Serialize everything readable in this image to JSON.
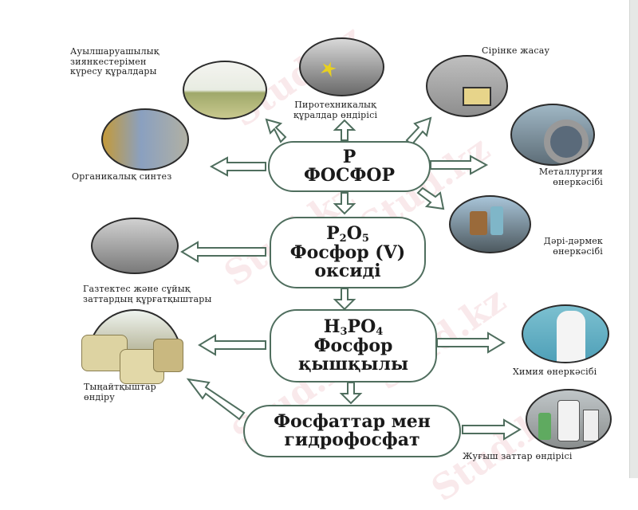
{
  "center_chain": [
    {
      "formula": "P",
      "name": "ФОСФОР"
    },
    {
      "formula": "P2O5",
      "formula_parts": [
        "P",
        "2",
        "O",
        "5"
      ],
      "name_line1": "Фосфор (V)",
      "name_line2": "оксиді"
    },
    {
      "formula": "H3PO4",
      "formula_parts": [
        "H",
        "3",
        "PO",
        "4"
      ],
      "name_line1": "Фосфор",
      "name_line2": "қышқылы"
    },
    {
      "name_line1": "Фосфаттар мен",
      "name_line2": "гидрофосфат"
    }
  ],
  "applications": {
    "agri_pest": [
      "Ауылшаруашылық",
      "зиянкестерімен",
      "күресу құралдары"
    ],
    "pyrotechnic": [
      "Пиротехникалық",
      "құралдар өндірісі"
    ],
    "matches": "Сірінке жасау",
    "organic_synthesis": "Органикалық синтез",
    "metallurgy": [
      "Металлургия",
      "өнеркәсібі"
    ],
    "pharma": [
      "Дәрі-дәрмек",
      "өнеркәсібі"
    ],
    "gas_dryers": [
      "Газтектес және сұйық",
      "заттардың құрғатқыштары"
    ],
    "fertilizers": [
      "Тыңайтқыштар",
      "өндіру"
    ],
    "chemical_industry": "Химия өнеркәсібі",
    "detergents": "Жуғыш заттар өндірісі"
  },
  "watermark": "Stud.kz",
  "colors": {
    "arrow_stroke": "#4f6e5e",
    "node_border": "#4f6e5e",
    "watermark": "#d77882"
  }
}
